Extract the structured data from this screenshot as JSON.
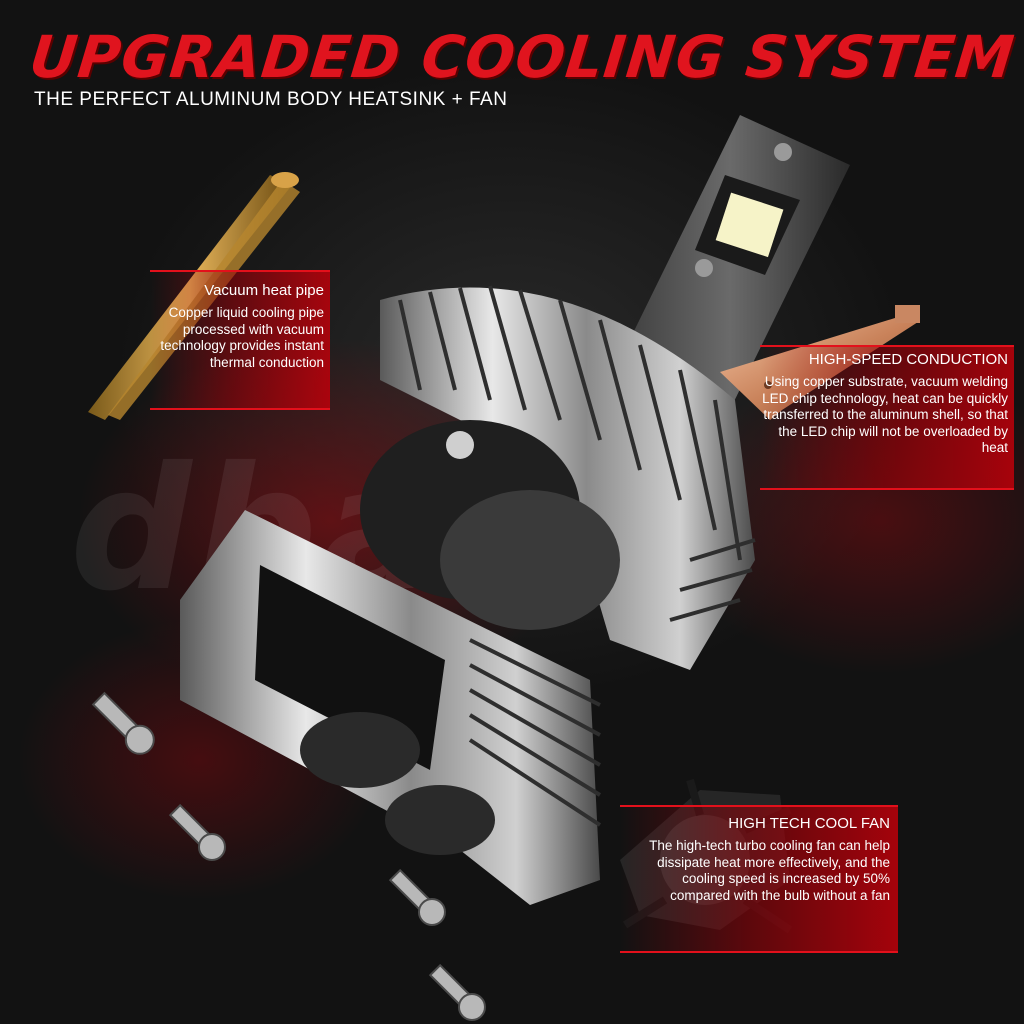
{
  "header": {
    "title": "UPGRADED COOLING SYSTEM",
    "subtitle": "THE PERFECT ALUMINUM BODY HEATSINK + FAN"
  },
  "watermark": "dbazza",
  "callouts": [
    {
      "title": "Vacuum heat pipe",
      "description": "Copper liquid cooling pipe processed with vacuum technology provides instant thermal conduction"
    },
    {
      "title": "HIGH-SPEED CONDUCTION",
      "description": "Using copper substrate, vacuum welding LED chip technology, heat can be quickly transferred to the aluminum shell, so that the LED chip will not be overloaded by heat"
    },
    {
      "title": "HIGH TECH COOL FAN",
      "description": "The high-tech turbo cooling fan can help dissipate heat more effectively, and the cooling speed is increased by 50% compared with the bulb without a fan"
    }
  ],
  "colors": {
    "accent": "#e0141e",
    "background": "#141414",
    "copper": "#d89a74",
    "aluminum": "#b9b9b9"
  },
  "icons": [
    "heat-pipe-icon",
    "led-chip-icon",
    "copper-substrate-icon",
    "heatsink-icon",
    "fan-icon",
    "screw-icon"
  ]
}
